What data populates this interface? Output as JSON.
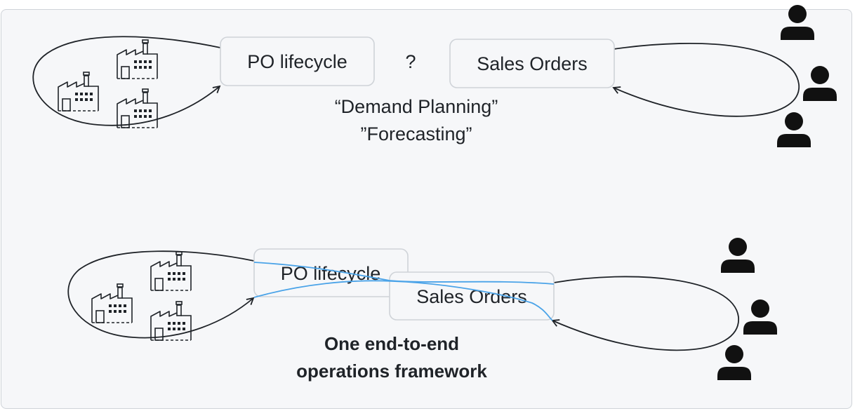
{
  "top": {
    "po_label": "PO lifecycle",
    "question_mark": "?",
    "sales_label": "Sales Orders",
    "caption_line1": "“Demand Planning”",
    "caption_line2": "”Forecasting”"
  },
  "bottom": {
    "po_label": "PO lifecycle",
    "sales_label": "Sales Orders",
    "caption_line1": "One end-to-end",
    "caption_line2": "operations framework"
  },
  "icons": {
    "factory": "factory-icon",
    "person": "person-icon"
  },
  "colors": {
    "background": "#f6f7f9",
    "frame_border": "#cfd3d8",
    "box_border": "#cfd3d8",
    "box_fill": "#f6f7f9",
    "ink": "#1f2328",
    "connector": "#4aa3e8"
  }
}
